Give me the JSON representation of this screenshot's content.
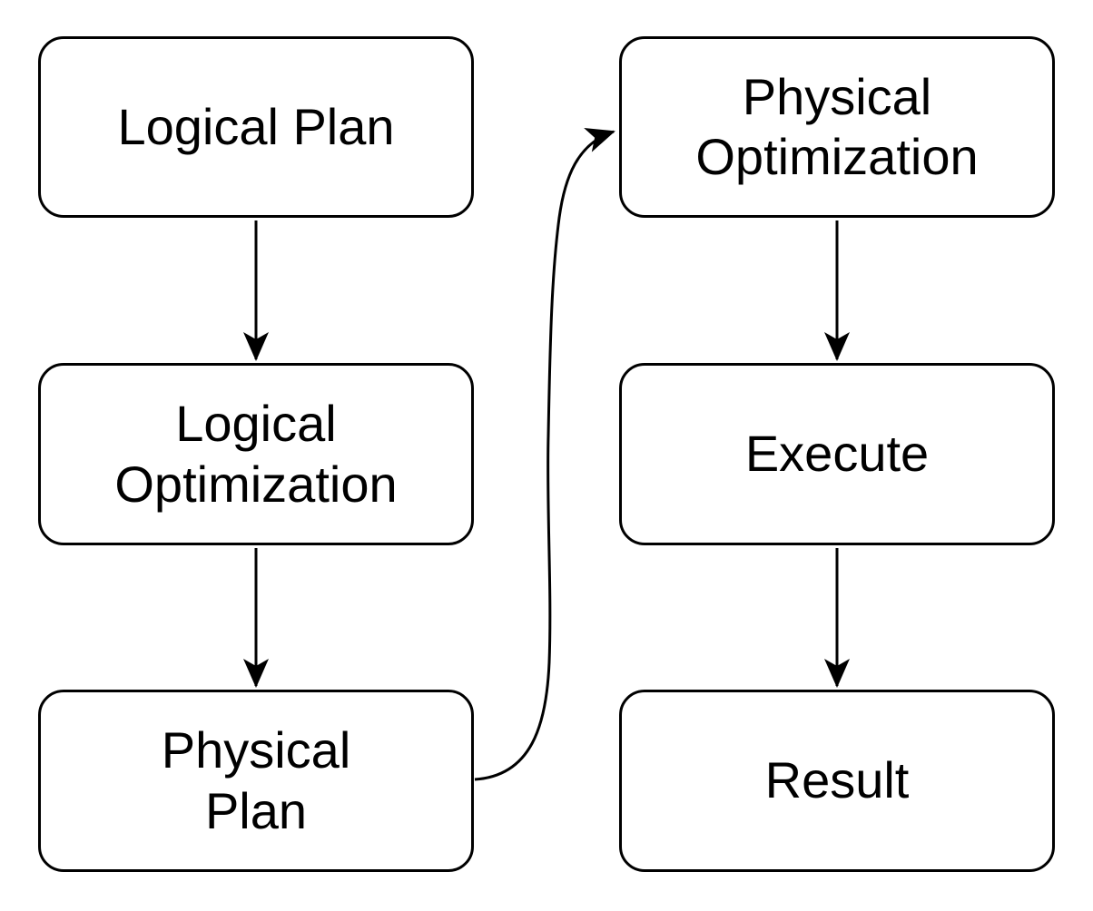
{
  "diagram": {
    "type": "flowchart",
    "colors": {
      "background": "#ffffff",
      "node_fill": "#ffffff",
      "node_stroke": "#000000",
      "edge_stroke": "#000000",
      "text": "#000000"
    },
    "nodes": [
      {
        "id": "logical-plan",
        "label": "Logical Plan"
      },
      {
        "id": "logical-optimization",
        "label": "Logical\nOptimization"
      },
      {
        "id": "physical-plan",
        "label": "Physical\nPlan"
      },
      {
        "id": "physical-optimization",
        "label": "Physical\nOptimization"
      },
      {
        "id": "execute",
        "label": "Execute"
      },
      {
        "id": "result",
        "label": "Result"
      }
    ],
    "edges": [
      {
        "from": "logical-plan",
        "to": "logical-optimization",
        "style": "straight-down-arrow"
      },
      {
        "from": "logical-optimization",
        "to": "physical-plan",
        "style": "straight-down-arrow"
      },
      {
        "from": "physical-plan",
        "to": "physical-optimization",
        "style": "curved-right-up-arrow"
      },
      {
        "from": "physical-optimization",
        "to": "execute",
        "style": "straight-down-arrow"
      },
      {
        "from": "execute",
        "to": "result",
        "style": "straight-down-arrow"
      }
    ]
  }
}
